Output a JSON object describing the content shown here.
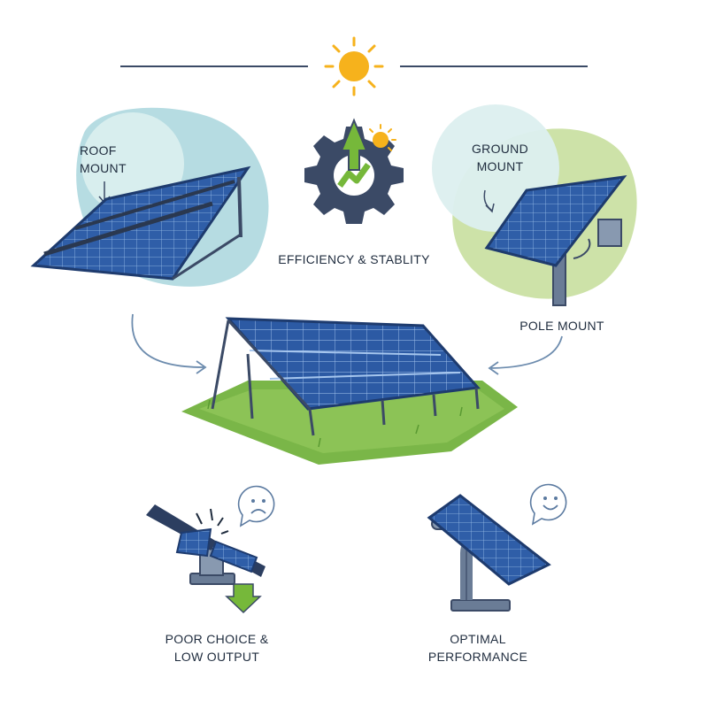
{
  "labels": {
    "roof_mount": [
      "ROOF",
      "MOUNT"
    ],
    "ground_mount": [
      "GROUND",
      "MOUNT"
    ],
    "efficiency": "EFFICIENCY & STABLITY",
    "pole_mount": "POLE MOUNT",
    "poor_choice": [
      "POOR CHOICE &",
      "LOW OUTPUT"
    ],
    "optimal": [
      "OPTIMAL",
      "PERFORMANCE"
    ]
  },
  "colors": {
    "navy": "#3b4a66",
    "panel": "#2f5ea8",
    "panel_dark": "#1e3b6e",
    "sun": "#f6b21c",
    "green_arrow": "#76b83a",
    "teal_blob": "#a9d6dd",
    "green_blob": "#c8df9f",
    "grass": "#7ab648"
  },
  "icons": [
    "sun-icon",
    "gear-growth-icon",
    "sad-face-icon",
    "happy-face-icon",
    "down-arrow-icon"
  ]
}
